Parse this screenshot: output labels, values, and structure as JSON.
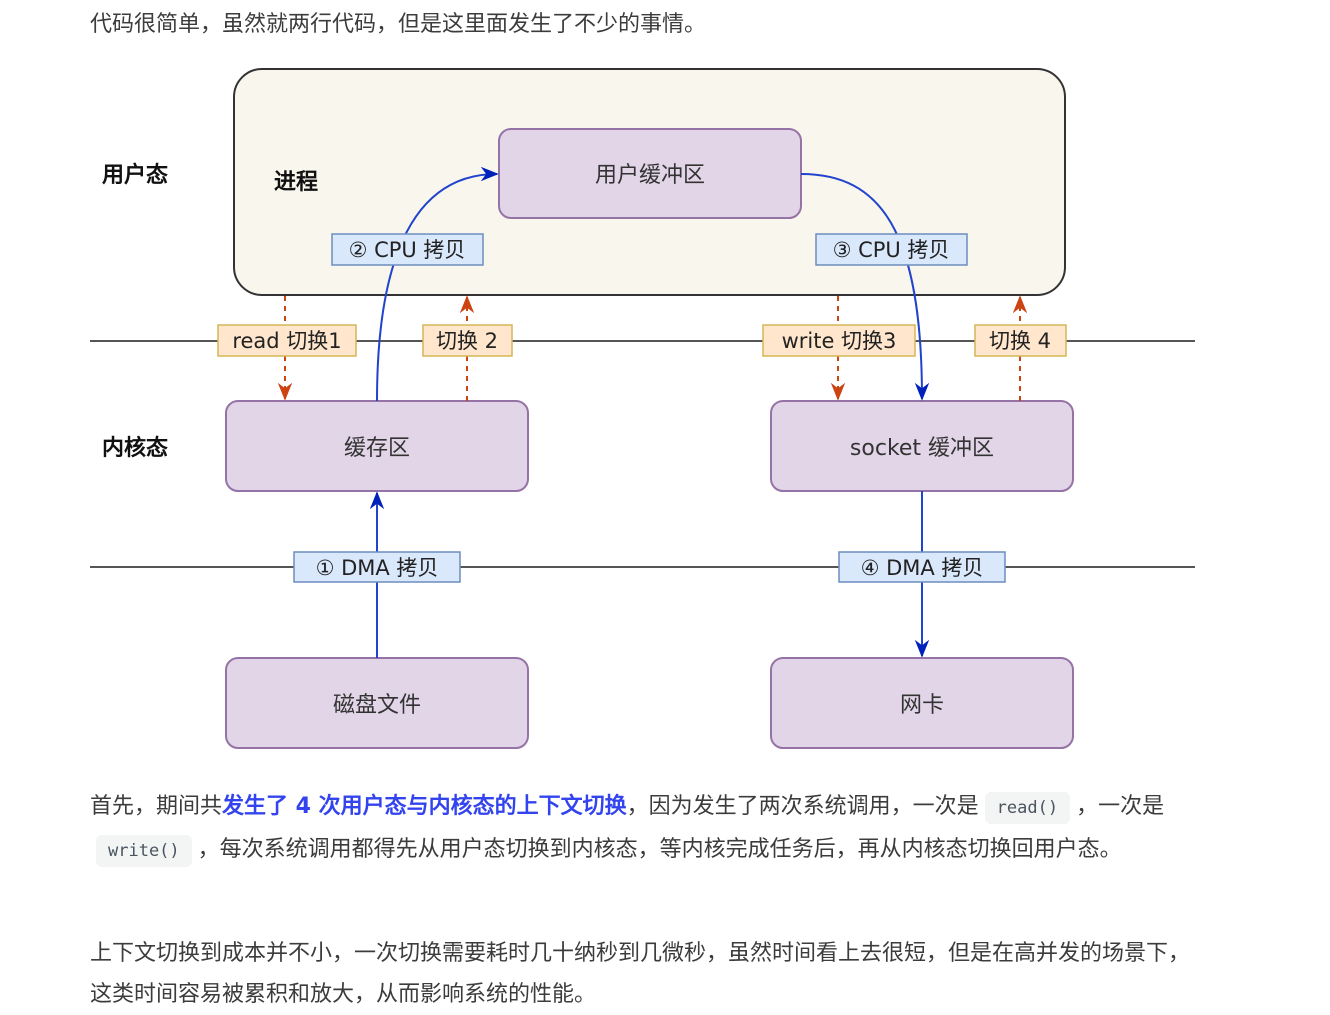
{
  "intro": {
    "text": "代码很简单，虽然就两行代码，但是这里面发生了不少的事情。"
  },
  "diagram": {
    "zone_labels": {
      "user": "用户态",
      "kernel": "内核态"
    },
    "process_label": "进程",
    "boxes": {
      "user_buffer": "用户缓冲区",
      "page_cache": "缓存区",
      "socket_buffer": "socket 缓冲区",
      "disk_file": "磁盘文件",
      "nic": "网卡"
    },
    "copy_tags": {
      "dma1": "① DMA 拷贝",
      "cpu2": "② CPU 拷贝",
      "cpu3": "③ CPU 拷贝",
      "dma4": "④ DMA 拷贝"
    },
    "switch_tags": {
      "s1": "read 切换1",
      "s2": "切换 2",
      "s3": "write 切换3",
      "s4": "切换 4"
    },
    "colors": {
      "process_fill": "#f9f7ed",
      "box_fill": "#e1d5e7",
      "box_stroke": "#9673a6",
      "copy_tag_fill": "#dae8fc",
      "copy_tag_stroke": "#6c8ebf",
      "switch_tag_fill": "#ffe6cc",
      "switch_tag_stroke": "#d6b656",
      "copy_arrow": "#0022bb",
      "switch_arrow": "#cc4411"
    }
  },
  "paragraph1": {
    "pre": "首先，期间共",
    "emphasis": "发生了 4 次用户态与内核态的上下文切换",
    "mid1": "，因为发生了两次系统调用，一次是",
    "code1": "read()",
    "mid2": "，一次是",
    "code2": "write()",
    "post": "，每次系统调用都得先从用户态切换到内核态，等内核完成任务后，再从内核态切换回用户态。"
  },
  "paragraph2": {
    "text": "上下文切换到成本并不小，一次切换需要耗时几十纳秒到几微秒，虽然时间看上去很短，但是在高并发的场景下，这类时间容易被累积和放大，从而影响系统的性能。"
  }
}
